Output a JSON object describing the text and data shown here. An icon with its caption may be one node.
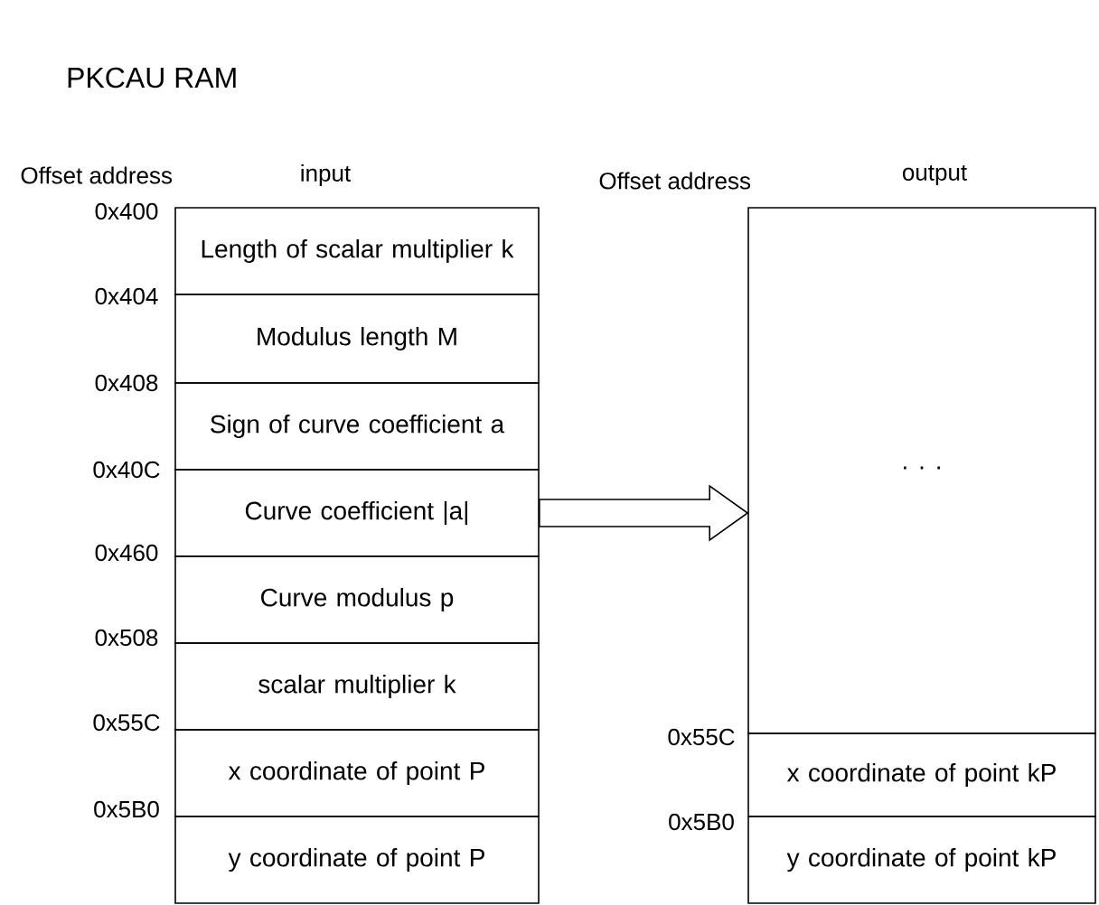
{
  "diagram": {
    "title": "PKCAU RAM",
    "nodes": [
      {
        "text": [
          "Length of scalar multiplier k"
        ]
      },
      {
        "text": [
          "Modulus length M"
        ]
      },
      {
        "text": [
          "Sign of curve coefficient a"
        ]
      },
      {
        "text": [
          "Curve  coefficient |a|"
        ]
      },
      {
        "text": [
          "Curve modulus p"
        ]
      },
      {
        "text": [
          "scalar multiplier k"
        ]
      },
      {
        "text": [
          "x coordinate of point P"
        ]
      },
      {
        "text": [
          "y coordinate of point P"
        ]
      },
      {
        "text": [
          "· · ·"
        ]
      },
      {
        "text": [
          "x coordinate of point kP"
        ]
      },
      {
        "text": [
          "y coordinate of point kP"
        ]
      }
    ],
    "edges": [
      {
        "from": 3,
        "to": 8,
        "arrow": "to"
      }
    ],
    "labels": [
      "Offset address",
      "input",
      "Offset address",
      "output",
      "0x400",
      "0x404",
      "0x408",
      "0x40C",
      "0x460",
      "0x508",
      "0x55C",
      "0x5B0",
      "0x55C",
      "0x5B0"
    ]
  }
}
